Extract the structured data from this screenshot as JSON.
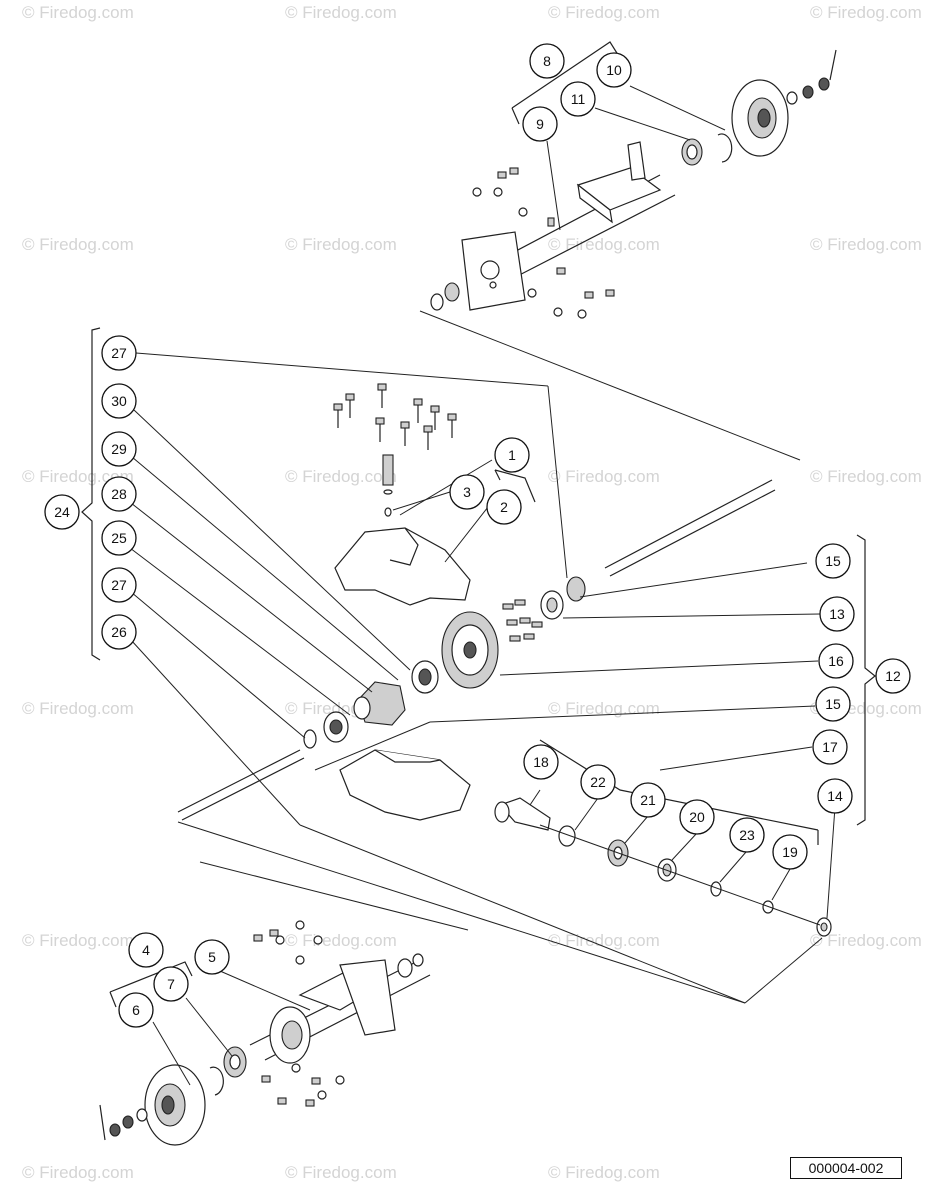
{
  "watermark": "© Firedog.com",
  "drawing_number": "000004-002",
  "callouts": [
    {
      "id": "c1",
      "label": "1"
    },
    {
      "id": "c2",
      "label": "2"
    },
    {
      "id": "c3",
      "label": "3"
    },
    {
      "id": "c4",
      "label": "4"
    },
    {
      "id": "c5",
      "label": "5"
    },
    {
      "id": "c6",
      "label": "6"
    },
    {
      "id": "c7",
      "label": "7"
    },
    {
      "id": "c8",
      "label": "8"
    },
    {
      "id": "c9",
      "label": "9"
    },
    {
      "id": "c10",
      "label": "10"
    },
    {
      "id": "c11",
      "label": "11"
    },
    {
      "id": "c12",
      "label": "12"
    },
    {
      "id": "c13",
      "label": "13"
    },
    {
      "id": "c14",
      "label": "14"
    },
    {
      "id": "c15a",
      "label": "15"
    },
    {
      "id": "c15b",
      "label": "15"
    },
    {
      "id": "c16",
      "label": "16"
    },
    {
      "id": "c17",
      "label": "17"
    },
    {
      "id": "c18",
      "label": "18"
    },
    {
      "id": "c19",
      "label": "19"
    },
    {
      "id": "c20",
      "label": "20"
    },
    {
      "id": "c21",
      "label": "21"
    },
    {
      "id": "c22",
      "label": "22"
    },
    {
      "id": "c23",
      "label": "23"
    },
    {
      "id": "c24",
      "label": "24"
    },
    {
      "id": "c25",
      "label": "25"
    },
    {
      "id": "c26",
      "label": "26"
    },
    {
      "id": "c27a",
      "label": "27"
    },
    {
      "id": "c27b",
      "label": "27"
    },
    {
      "id": "c28",
      "label": "28"
    },
    {
      "id": "c29",
      "label": "29"
    },
    {
      "id": "c30",
      "label": "30"
    }
  ]
}
